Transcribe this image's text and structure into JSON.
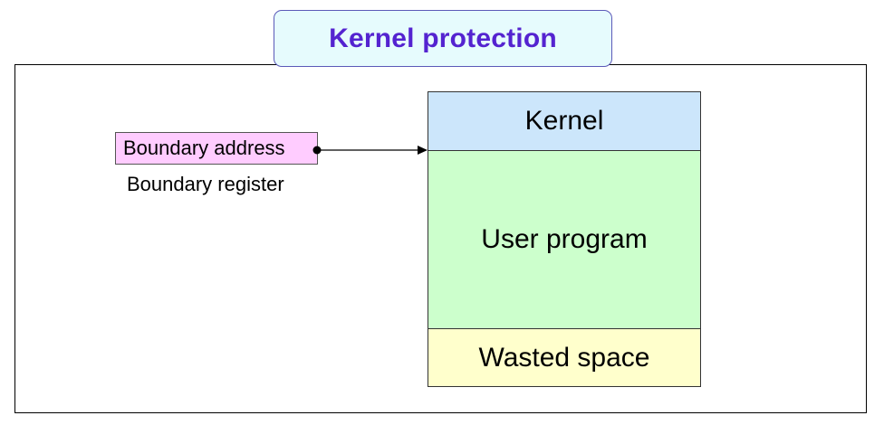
{
  "title": "Kernel protection",
  "register": {
    "value_label": "Boundary address",
    "caption": "Boundary register"
  },
  "memory": {
    "segments": [
      {
        "label": "Kernel",
        "color": "#cce6fb"
      },
      {
        "label": "User program",
        "color": "#ccffcc"
      },
      {
        "label": "Wasted space",
        "color": "#ffffcc"
      }
    ]
  },
  "colors": {
    "title_text": "#5423d0",
    "title_border": "#5b59b8",
    "title_fill": "#e6fbfd",
    "register_fill": "#ffccff"
  }
}
